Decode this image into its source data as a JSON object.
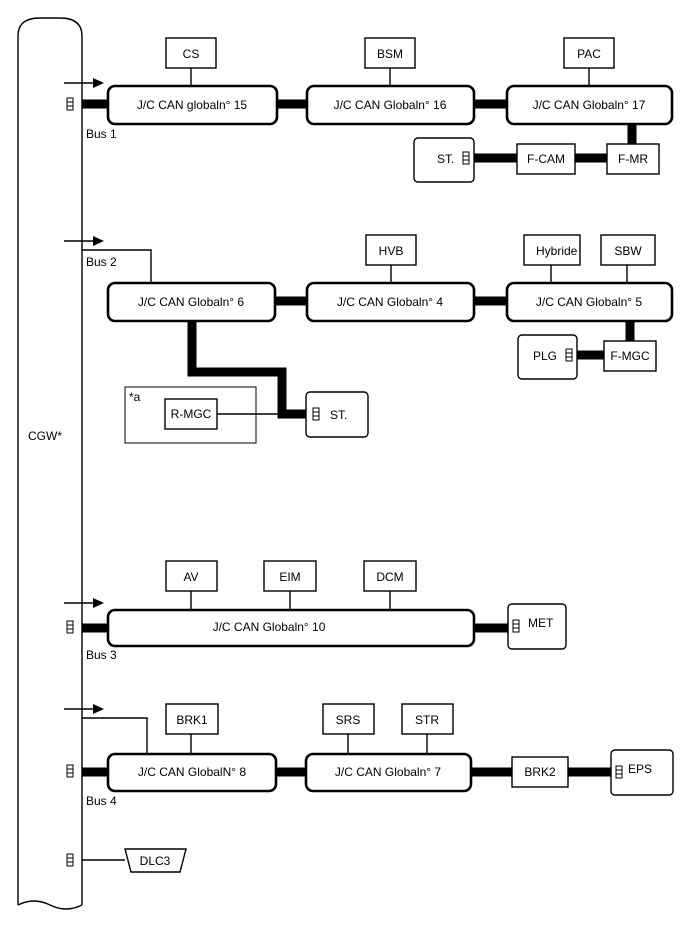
{
  "gateway": {
    "label": "CGW*"
  },
  "buses": {
    "bus1": "Bus 1",
    "bus2": "Bus 2",
    "bus3": "Bus 3",
    "bus4": "Bus 4"
  },
  "junction_connectors": {
    "jc15": "J/C CAN globaln° 15",
    "jc16": "J/C CAN Globaln° 16",
    "jc17": "J/C CAN Globaln° 17",
    "jc6": "J/C CAN Globaln° 6",
    "jc4": "J/C CAN Globaln° 4",
    "jc5": "J/C CAN Globaln° 5",
    "jc10": "J/C CAN Globaln° 10",
    "jc8": "J/C CAN GlobalN° 8",
    "jc7": "J/C CAN Globaln° 7"
  },
  "ecus": {
    "cs": "CS",
    "bsm": "BSM",
    "pac": "PAC",
    "st1": "ST.",
    "fcam": "F-CAM",
    "fmr": "F-MR",
    "hvb": "HVB",
    "hybride": "Hybride",
    "sbw": "SBW",
    "plg": "PLG",
    "fmgc": "F-MGC",
    "rmgc": "R-MGC",
    "st2": "ST.",
    "av": "AV",
    "eim": "EIM",
    "dcm": "DCM",
    "met": "MET",
    "brk1": "BRK1",
    "srs": "SRS",
    "str": "STR",
    "brk2": "BRK2",
    "eps": "EPS",
    "dlc3": "DLC3"
  },
  "notes": {
    "a": "*a"
  }
}
